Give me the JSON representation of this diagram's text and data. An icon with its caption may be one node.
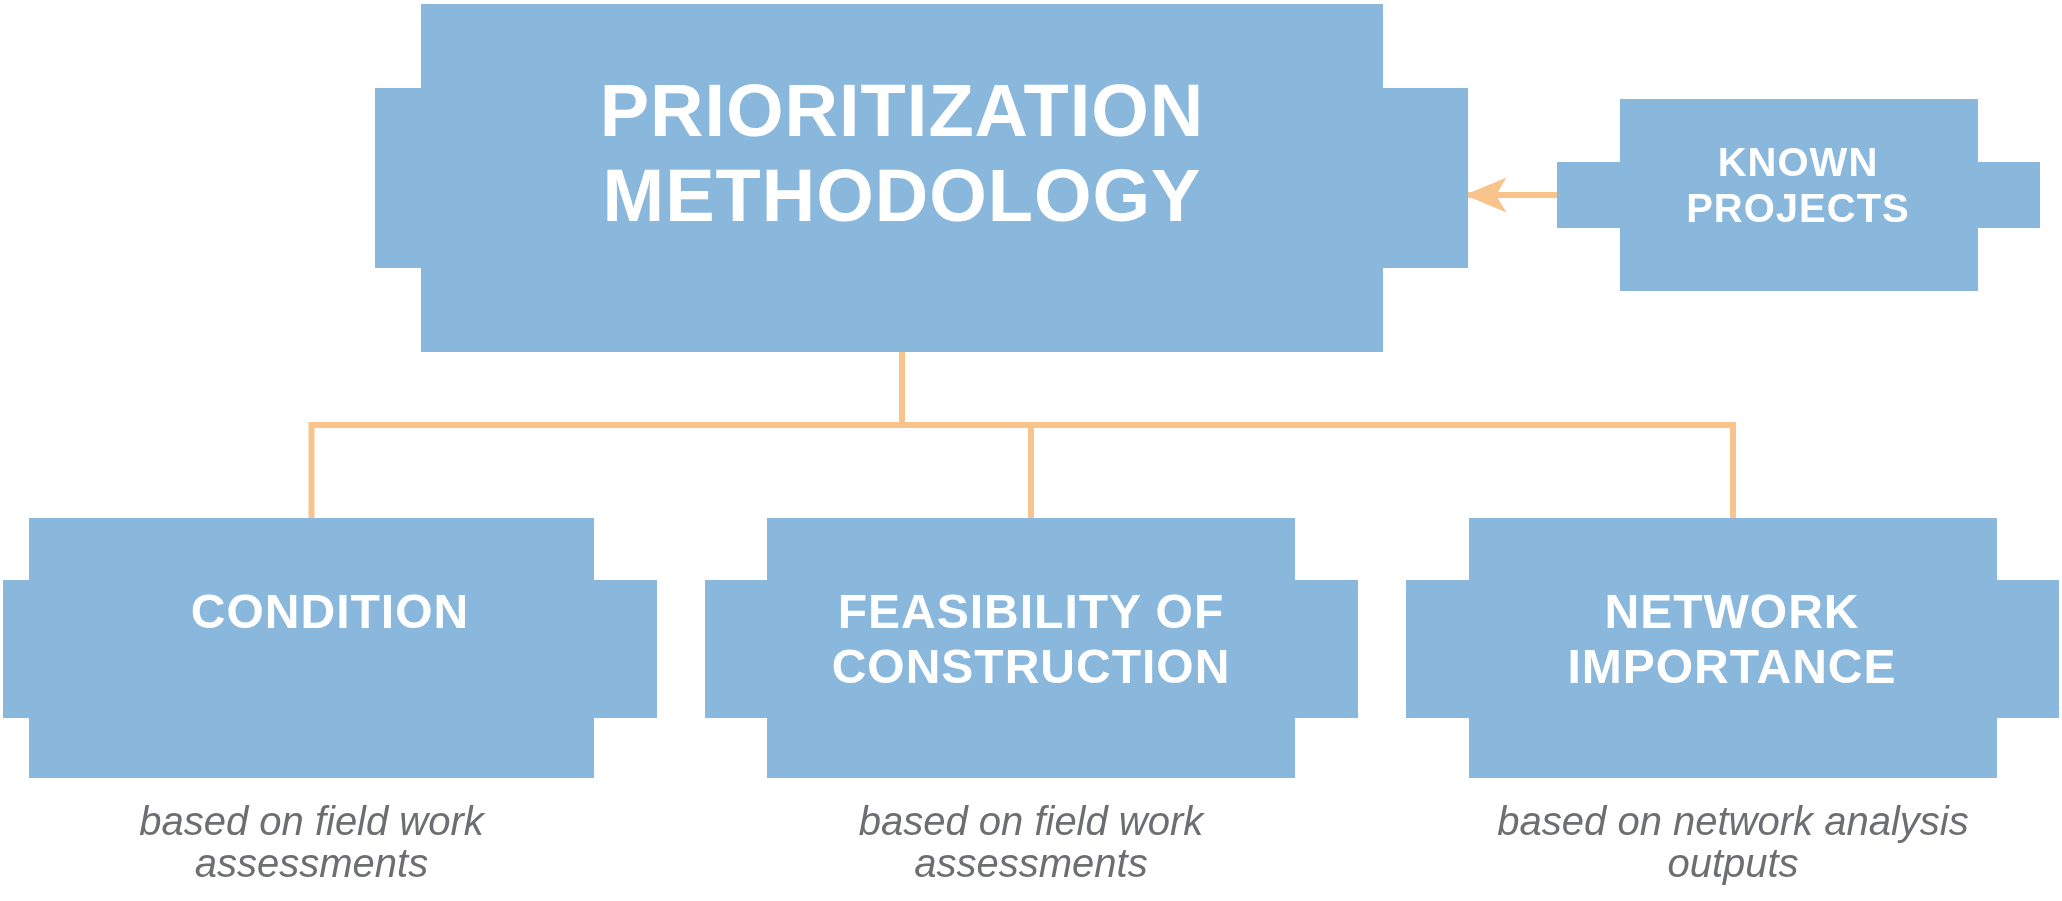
{
  "diagram": {
    "nodes": [
      {
        "text": [
          "PRIORITIZATION METHODOLOGY"
        ]
      },
      {
        "text": [
          "CONDITION"
        ],
        "beside": [
          "based on field work assessments"
        ]
      },
      {
        "text": [
          "FEASIBILITY OF CONSTRUCTION"
        ],
        "beside": [
          "based on field work assessments"
        ]
      },
      {
        "text": [
          "NETWORK IMPORTANCE"
        ],
        "beside": [
          "based on network analysis outputs"
        ]
      },
      {
        "text": [
          "KNOWN PROJECTS"
        ]
      }
    ],
    "edges": [
      {
        "from": 0,
        "to": 1,
        "arrow": "none"
      },
      {
        "from": 0,
        "to": 2,
        "arrow": "none"
      },
      {
        "from": 0,
        "to": 3,
        "arrow": "none"
      },
      {
        "from": 4,
        "to": 0,
        "arrow": "to"
      }
    ]
  }
}
